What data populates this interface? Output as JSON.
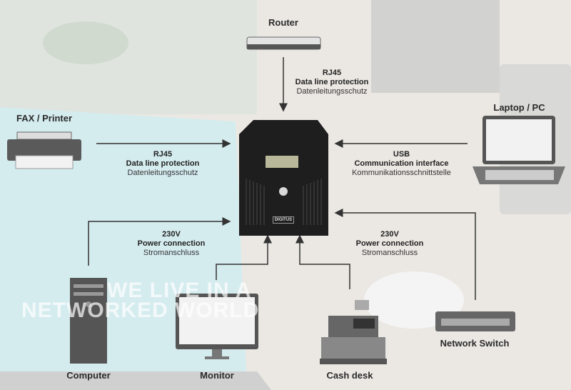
{
  "devices": {
    "router": "Router",
    "fax_printer": "FAX / Printer",
    "laptop_pc": "Laptop / PC",
    "computer": "Computer",
    "monitor": "Monitor",
    "cash_desk": "Cash desk",
    "network_switch": "Network Switch"
  },
  "connections": {
    "router": {
      "type": "RJ45",
      "title": "Data line protection",
      "subtitle": "Datenleitungsschutz"
    },
    "fax": {
      "type": "RJ45",
      "title": "Data line protection",
      "subtitle": "Datenleitungsschutz"
    },
    "laptop": {
      "type": "USB",
      "title": "Communication interface",
      "subtitle": "Kommunikationsschnittstelle"
    },
    "power_left": {
      "type": "230V",
      "title": "Power connection",
      "subtitle": "Stromanschluss"
    },
    "power_right": {
      "type": "230V",
      "title": "Power connection",
      "subtitle": "Stromanschluss"
    }
  },
  "background_text": {
    "line1": "WE LIVE IN A",
    "line2": "NETWORKED WORLD"
  },
  "ups_brand": "DIGITUS",
  "colors": {
    "line": "#333333",
    "device": "#555555",
    "ups": "#1c1c1c",
    "screen_bg": "#d5ecef"
  }
}
